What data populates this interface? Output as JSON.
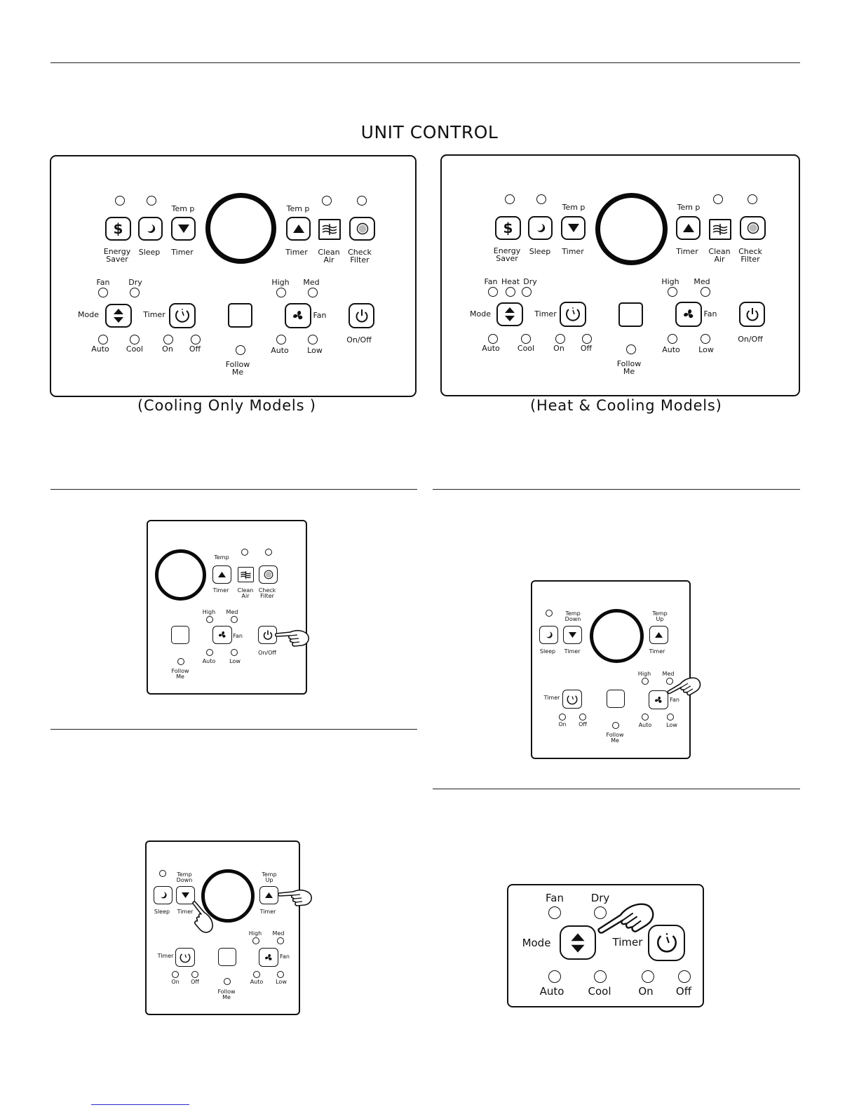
{
  "page": {
    "title": "UNIT CONTROL",
    "captions": {
      "cooling": "(Cooling Only Models )",
      "heat": "(Heat & Cooling Models)"
    }
  },
  "labels": {
    "energy_saver": "Energy\nSaver",
    "sleep": "Sleep",
    "timer": "Timer",
    "temp_spaced": "Tem p",
    "temp": "Temp",
    "temp_down": "Temp\nDown",
    "temp_up": "Temp\nUp",
    "clean_air": "Clean\nAir",
    "check_filter": "Check\nFilter",
    "fan": "Fan",
    "heat": "Heat",
    "dry": "Dry",
    "mode": "Mode",
    "high": "High",
    "med": "Med",
    "auto": "Auto",
    "cool": "Cool",
    "on": "On",
    "off": "Off",
    "low": "Low",
    "on_off": "On/Off",
    "follow_me": "Follow\nMe"
  },
  "icons": {
    "energy_saver": "dollar-sign-icon",
    "sleep": "moon-icon",
    "temp_down": "triangle-down-icon",
    "temp_up": "triangle-up-icon",
    "clean_air": "air-waves-icon",
    "check_filter": "filter-dots-icon",
    "mode": "up-down-arrows-icon",
    "timer": "timer-clock-icon",
    "fan": "fan-swirl-icon",
    "power": "power-icon",
    "pointer": "pointing-hand-icon"
  }
}
